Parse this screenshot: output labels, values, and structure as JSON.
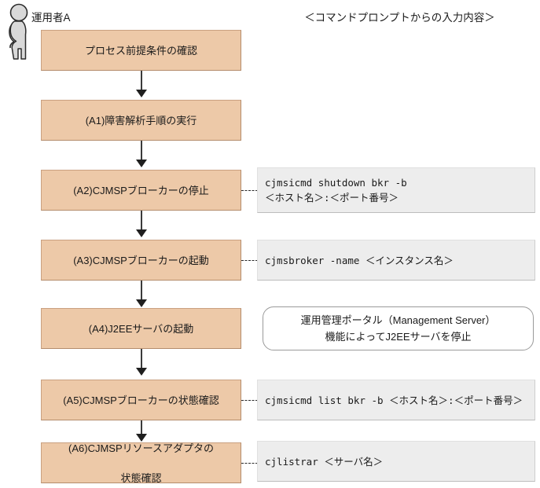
{
  "actor": {
    "icon": "person-standing-icon",
    "label": "運用者A"
  },
  "header": {
    "command_column": "＜コマンドプロンプトからの入力内容＞"
  },
  "colors": {
    "process_fill": "#edc9a8",
    "process_border": "#c9a080",
    "note_fill": "#ededed",
    "note_round_fill": "#ffffff",
    "connector": "#2b2b2b",
    "arrow": "#1f1f1f"
  },
  "steps": [
    {
      "id": "start",
      "label": "プロセス前提条件の確認",
      "label_lines": [
        "プロセス前提条件の確認"
      ],
      "note": null
    },
    {
      "id": "a1",
      "label": "(A1)障害解析手順の実行",
      "label_lines": [
        "(A1)障害解析手順の実行"
      ],
      "note": null
    },
    {
      "id": "a2",
      "label": "(A2)CJMSPブローカーの停止",
      "label_lines": [
        "(A2)CJMSPブローカーの停止"
      ],
      "note": {
        "style": "gray",
        "connector": true,
        "lines": [
          "cjmsicmd shutdown bkr -b",
          "＜ホスト名＞:＜ポート番号＞"
        ]
      }
    },
    {
      "id": "a3",
      "label": "(A3)CJMSPブローカーの起動",
      "label_lines": [
        "(A3)CJMSPブローカーの起動"
      ],
      "note": {
        "style": "gray",
        "connector": true,
        "lines": [
          "cjmsbroker -name ＜インスタンス名＞"
        ]
      }
    },
    {
      "id": "a4",
      "label": "(A4)J2EEサーバの起動",
      "label_lines": [
        "(A4)J2EEサーバの起動"
      ],
      "note": {
        "style": "rounded",
        "connector": false,
        "lines": [
          "運用管理ポータル（Management Server）",
          "機能によってJ2EEサーバを停止"
        ]
      }
    },
    {
      "id": "a5",
      "label": "(A5)CJMSPブローカーの状態確認",
      "label_lines": [
        "(A5)CJMSPブローカーの状態確認"
      ],
      "note": {
        "style": "gray",
        "connector": true,
        "lines": [
          "cjmsicmd list bkr -b ＜ホスト名＞:＜ポート番号＞"
        ]
      }
    },
    {
      "id": "a6",
      "label": "(A6)CJMSPリソースアダプタの 状態確認",
      "label_lines": [
        "(A6)CJMSPリソースアダプタの",
        "状態確認"
      ],
      "note": {
        "style": "gray",
        "connector": true,
        "lines": [
          "cjlistrar ＜サーバ名＞"
        ]
      }
    }
  ]
}
